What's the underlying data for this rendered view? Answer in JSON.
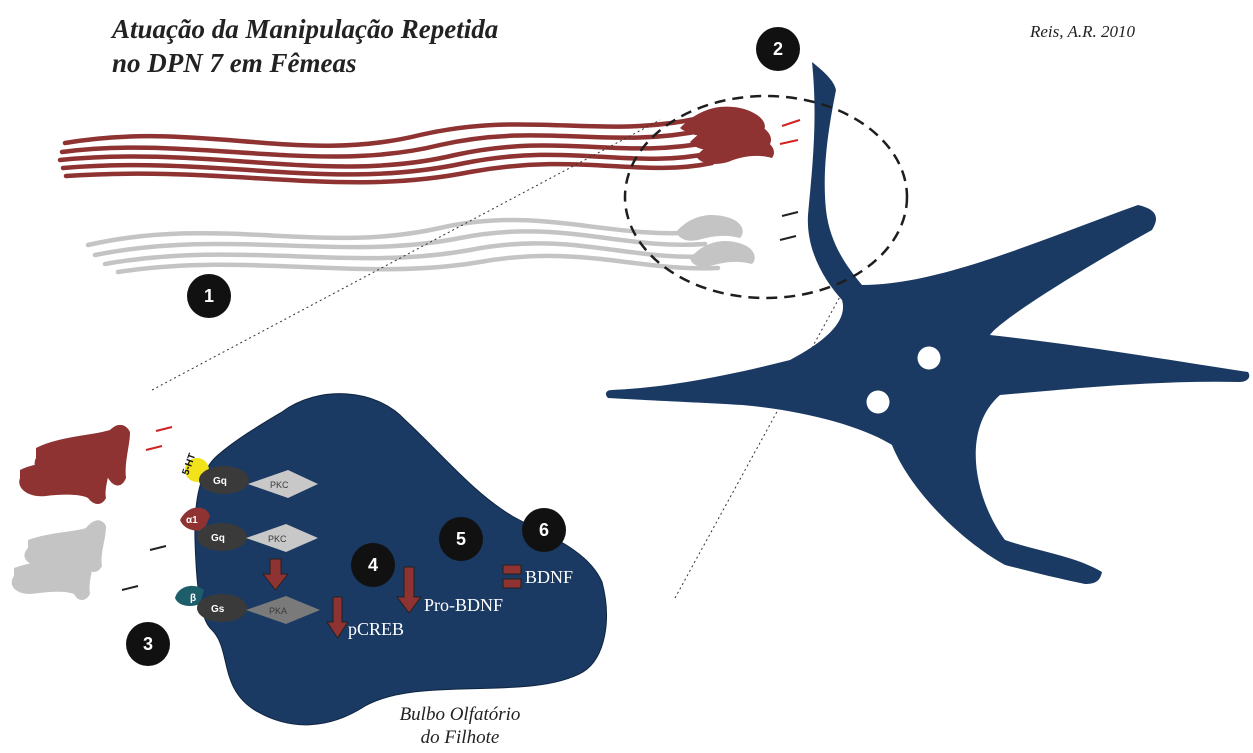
{
  "title": {
    "line1": "Atuação da Manipulação Repetida",
    "line2": "no DPN 7 em Fêmeas"
  },
  "credit": "Reis, A.R. 2010",
  "bulbo_label": {
    "line1": "Bulbo Olfatório",
    "line2": "do Filhote"
  },
  "steps": [
    "1",
    "2",
    "3",
    "4",
    "5",
    "6"
  ],
  "receptors": {
    "gq1": "Gq",
    "gq2": "Gq",
    "gs": "Gs"
  },
  "kinases": {
    "pkc1": "PKC",
    "pkc2": "PKC",
    "pka": "PKA"
  },
  "ligands": {
    "serotonin": "5-HT",
    "alpha1": "α1",
    "beta": "β"
  },
  "molecules": {
    "pcreb": "pCREB",
    "probdnf": "Pro-BDNF",
    "bdnf": "BDNF"
  },
  "colors": {
    "navy": "#1b3a63",
    "red": "#8e3232",
    "grey": "#c4c4c4",
    "yellow": "#f2e21c",
    "teal": "#1e5d6a"
  }
}
